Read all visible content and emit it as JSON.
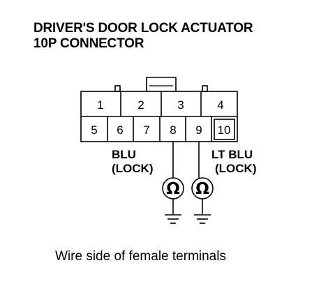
{
  "title": {
    "line1": "DRIVER'S DOOR LOCK ACTUATOR",
    "line2": "10P CONNECTOR"
  },
  "connector": {
    "top_row": [
      "1",
      "2",
      "3",
      "4"
    ],
    "bottom_row": [
      "5",
      "6",
      "7",
      "8",
      "9",
      "10"
    ],
    "highlighted_terminal": "10"
  },
  "wires": [
    {
      "terminal": "8",
      "color_line": "BLU",
      "function_line": "(LOCK)"
    },
    {
      "terminal": "9",
      "color_line": "LT BLU",
      "function_line": "(LOCK)"
    }
  ],
  "meter_symbol": "Ω",
  "caption": "Wire side of female terminals"
}
